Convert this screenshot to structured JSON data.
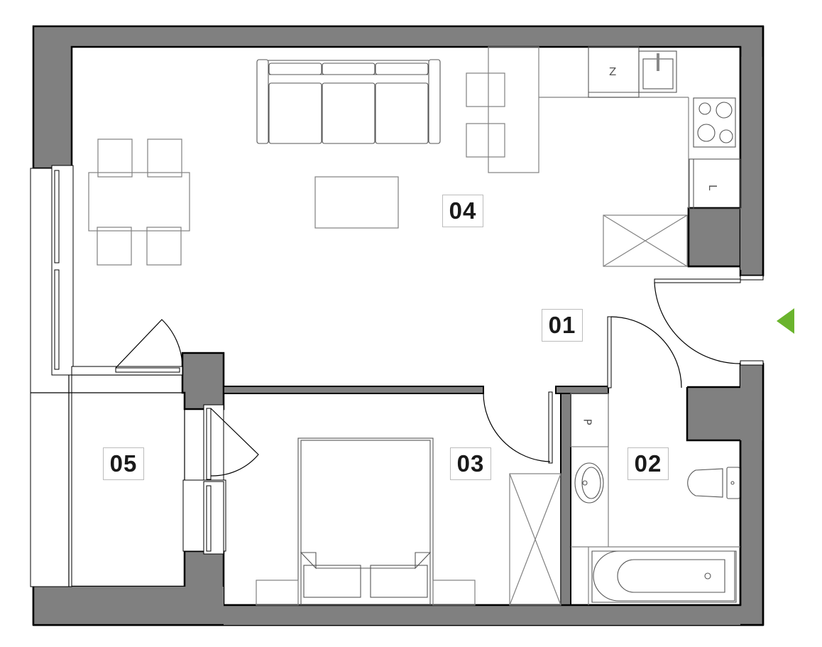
{
  "plan": {
    "type": "apartment floor plan",
    "colors": {
      "wall_fill": "#808080",
      "wall_outline": "#000000",
      "furniture": "#808080",
      "entry_arrow": "#6ab42d",
      "label_border": "#bcbcbc"
    }
  },
  "rooms": [
    {
      "id": "01",
      "label": "01",
      "function": "hallway"
    },
    {
      "id": "02",
      "label": "02",
      "function": "bathroom"
    },
    {
      "id": "03",
      "label": "03",
      "function": "bedroom"
    },
    {
      "id": "04",
      "label": "04",
      "function": "living room with kitchenette"
    },
    {
      "id": "05",
      "label": "05",
      "function": "balcony"
    }
  ],
  "appliances": {
    "fridge_label": "Z",
    "dishwasher_label": "L",
    "washer_label": "P"
  },
  "entry": {
    "icon": "entry-arrow-icon",
    "direction": "left"
  }
}
